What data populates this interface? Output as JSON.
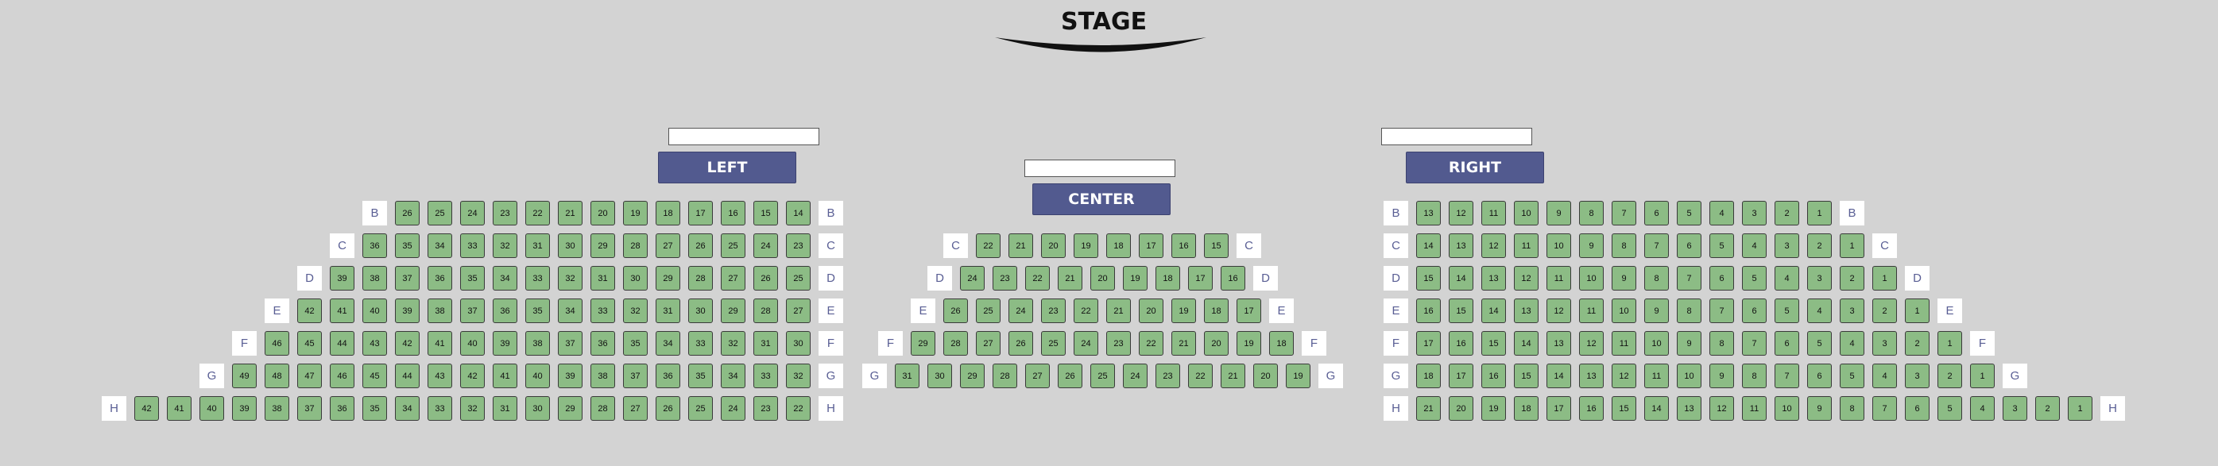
{
  "stage": {
    "label": "STAGE"
  },
  "sections": [
    {
      "id": "left",
      "name": "LEFT",
      "input_value": "",
      "rows": [
        {
          "label": "B",
          "seats": [
            26,
            25,
            24,
            23,
            22,
            21,
            20,
            19,
            18,
            17,
            16,
            15,
            14
          ]
        },
        {
          "label": "C",
          "seats": [
            36,
            35,
            34,
            33,
            32,
            31,
            30,
            29,
            28,
            27,
            26,
            25,
            24,
            23
          ]
        },
        {
          "label": "D",
          "seats": [
            39,
            38,
            37,
            36,
            35,
            34,
            33,
            32,
            31,
            30,
            29,
            28,
            27,
            26,
            25
          ]
        },
        {
          "label": "E",
          "seats": [
            42,
            41,
            40,
            39,
            38,
            37,
            36,
            35,
            34,
            33,
            32,
            31,
            30,
            29,
            28,
            27
          ]
        },
        {
          "label": "F",
          "seats": [
            46,
            45,
            44,
            43,
            42,
            41,
            40,
            39,
            38,
            37,
            36,
            35,
            34,
            33,
            32,
            31,
            30
          ]
        },
        {
          "label": "G",
          "seats": [
            49,
            48,
            47,
            46,
            45,
            44,
            43,
            42,
            41,
            40,
            39,
            38,
            37,
            36,
            35,
            34,
            33,
            32
          ]
        },
        {
          "label": "H",
          "seats": [
            42,
            41,
            40,
            39,
            38,
            37,
            36,
            35,
            34,
            33,
            32,
            31,
            30,
            29,
            28,
            27,
            26,
            25,
            24,
            23,
            22
          ]
        }
      ]
    },
    {
      "id": "center",
      "name": "CENTER",
      "input_value": "",
      "rows": [
        {
          "label": "C",
          "seats": [
            22,
            21,
            20,
            19,
            18,
            17,
            16,
            15
          ]
        },
        {
          "label": "D",
          "seats": [
            24,
            23,
            22,
            21,
            20,
            19,
            18,
            17,
            16
          ]
        },
        {
          "label": "E",
          "seats": [
            26,
            25,
            24,
            23,
            22,
            21,
            20,
            19,
            18,
            17
          ]
        },
        {
          "label": "F",
          "seats": [
            29,
            28,
            27,
            26,
            25,
            24,
            23,
            22,
            21,
            20,
            19,
            18
          ]
        },
        {
          "label": "G",
          "seats": [
            31,
            30,
            29,
            28,
            27,
            26,
            25,
            24,
            23,
            22,
            21,
            20,
            19
          ]
        }
      ]
    },
    {
      "id": "right",
      "name": "RIGHT",
      "input_value": "",
      "rows": [
        {
          "label": "B",
          "seats": [
            13,
            12,
            11,
            10,
            9,
            8,
            7,
            6,
            5,
            4,
            3,
            2,
            1
          ]
        },
        {
          "label": "C",
          "seats": [
            14,
            13,
            12,
            11,
            10,
            9,
            8,
            7,
            6,
            5,
            4,
            3,
            2,
            1
          ]
        },
        {
          "label": "D",
          "seats": [
            15,
            14,
            13,
            12,
            11,
            10,
            9,
            8,
            7,
            6,
            5,
            4,
            3,
            2,
            1
          ]
        },
        {
          "label": "E",
          "seats": [
            16,
            15,
            14,
            13,
            12,
            11,
            10,
            9,
            8,
            7,
            6,
            5,
            4,
            3,
            2,
            1
          ]
        },
        {
          "label": "F",
          "seats": [
            17,
            16,
            15,
            14,
            13,
            12,
            11,
            10,
            9,
            8,
            7,
            6,
            5,
            4,
            3,
            2,
            1
          ]
        },
        {
          "label": "G",
          "seats": [
            18,
            17,
            16,
            15,
            14,
            13,
            12,
            11,
            10,
            9,
            8,
            7,
            6,
            5,
            4,
            3,
            2,
            1
          ]
        },
        {
          "label": "H",
          "seats": [
            21,
            20,
            19,
            18,
            17,
            16,
            15,
            14,
            13,
            12,
            11,
            10,
            9,
            8,
            7,
            6,
            5,
            4,
            3,
            2,
            1
          ]
        }
      ]
    }
  ],
  "colors": {
    "background": "#d3d3d3",
    "seat_available": "#8cbc85",
    "section_button": "#525a8f",
    "row_label_text": "#595e94"
  }
}
